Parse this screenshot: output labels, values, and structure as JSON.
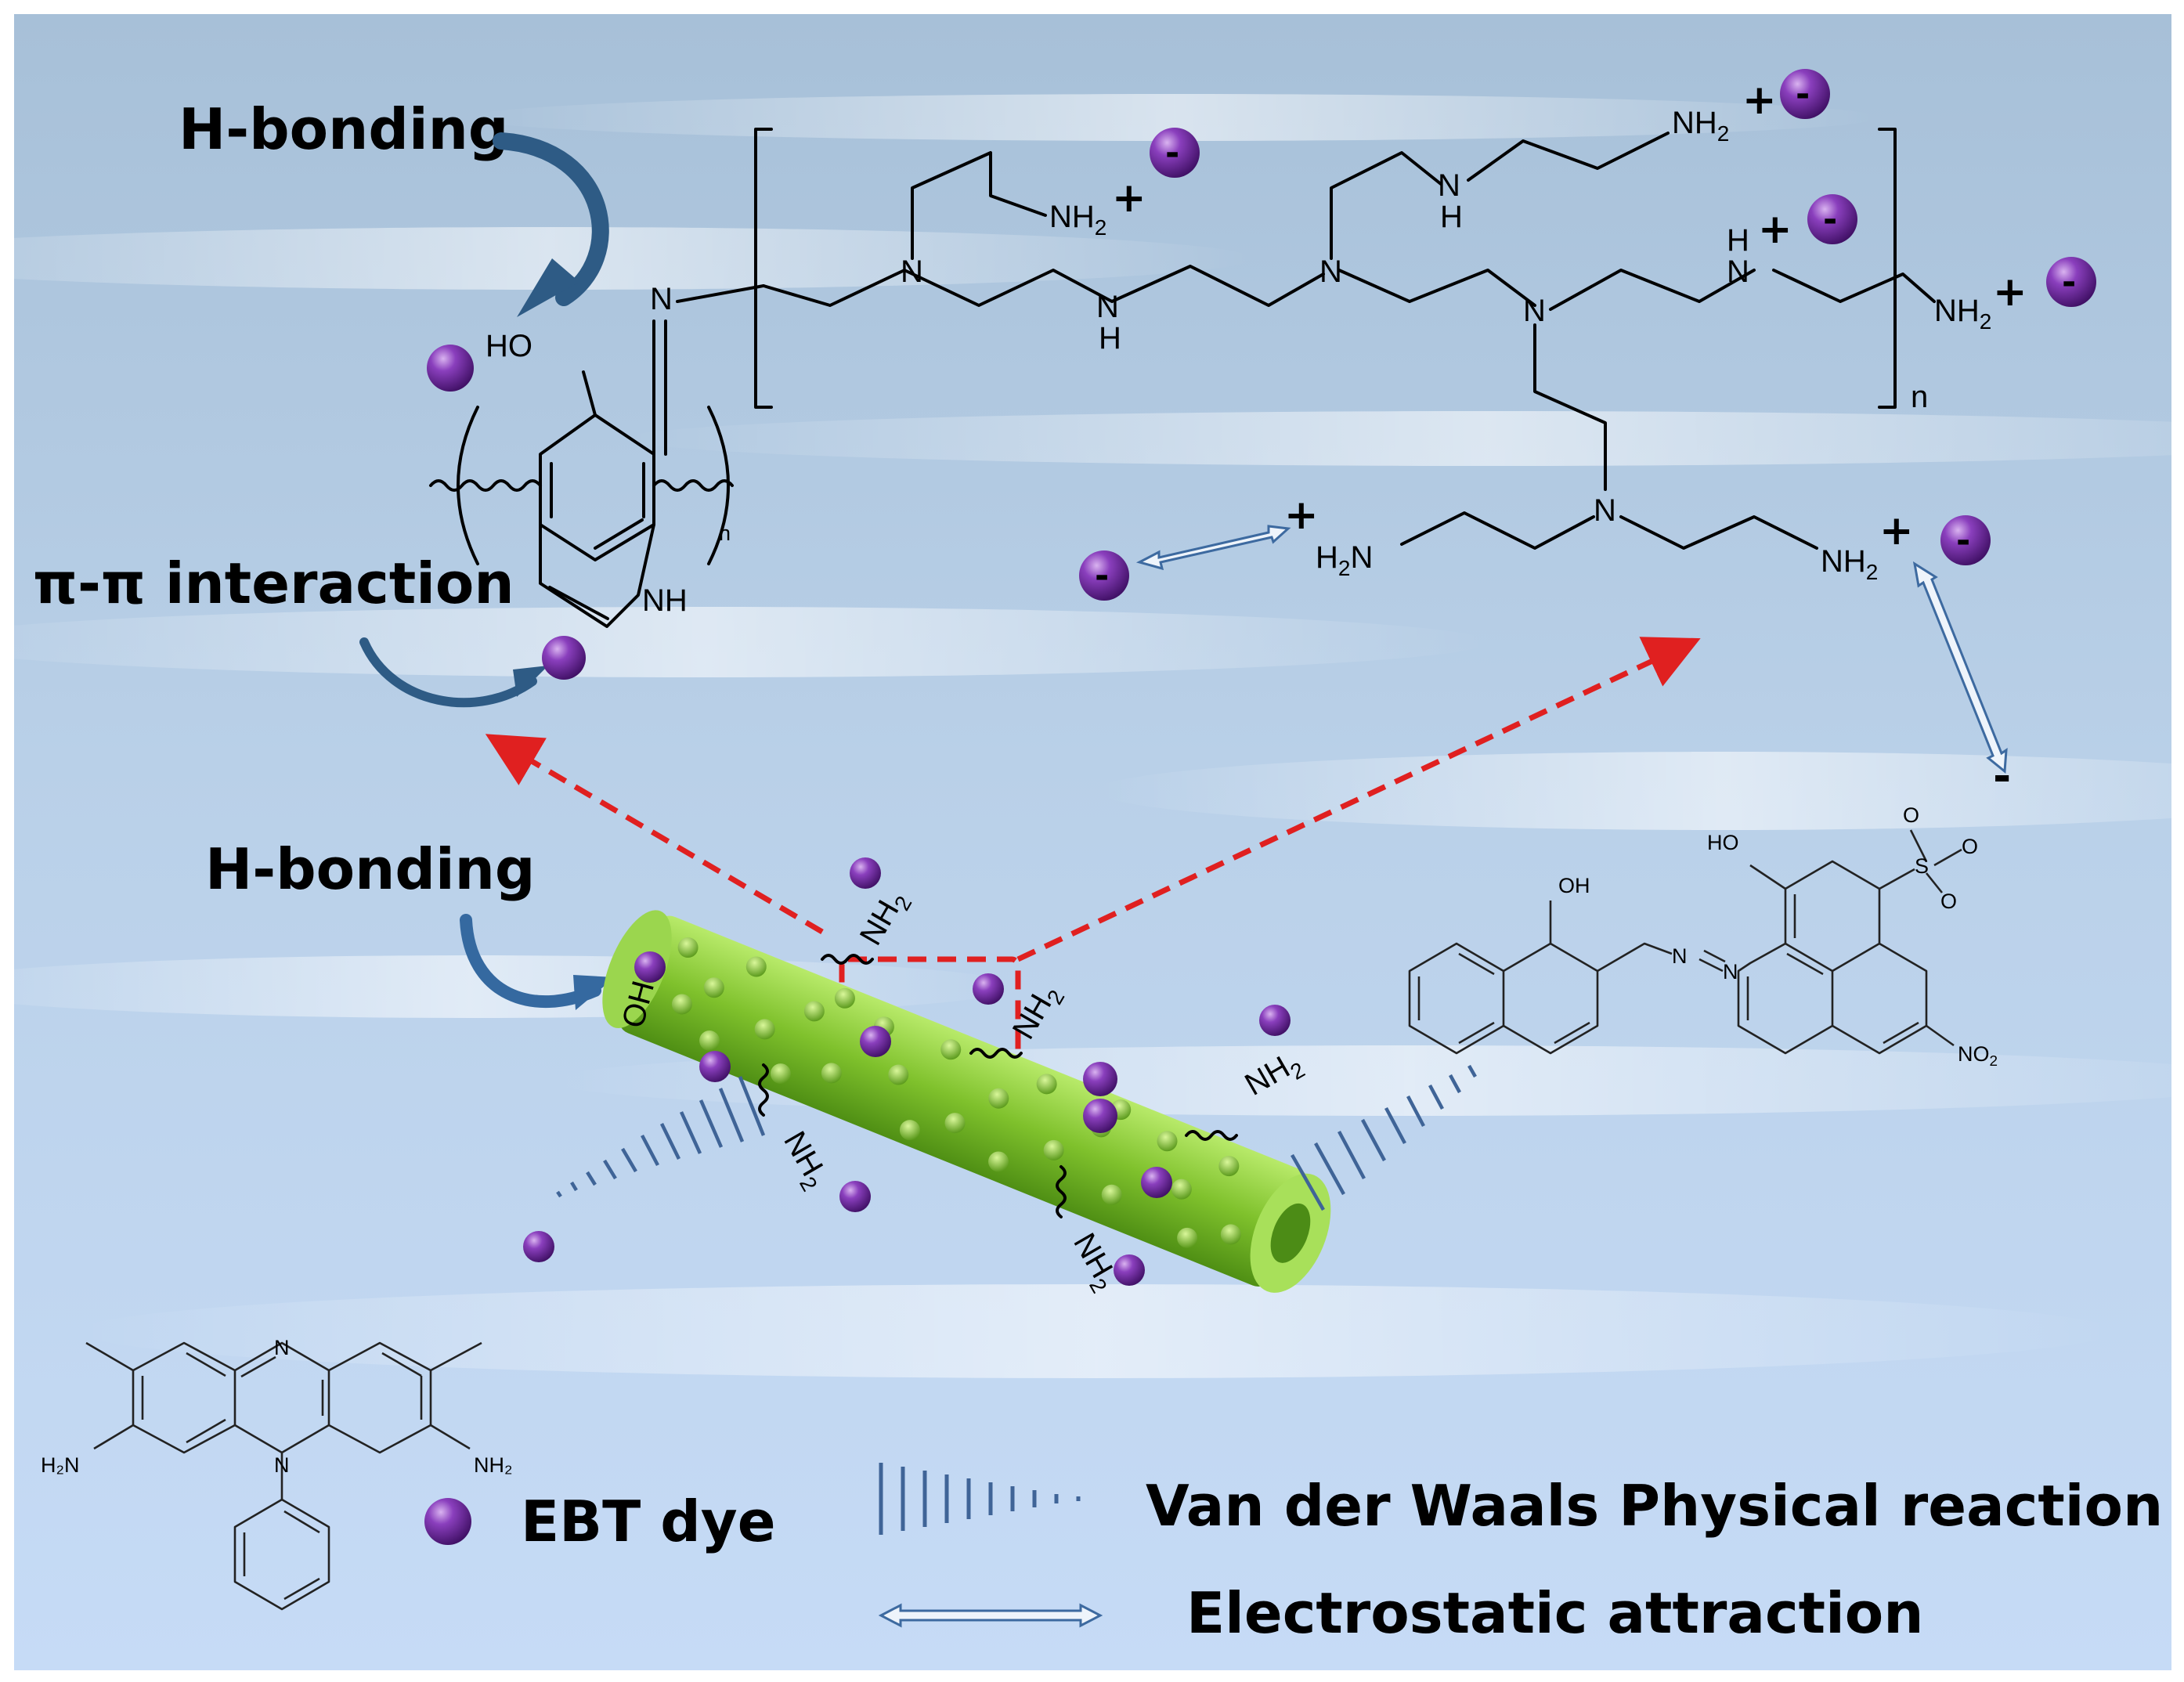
{
  "labels": {
    "h_bonding_top": "H-bonding",
    "pi_pi": "π-π interaction",
    "h_bonding_mid": "H-bonding"
  },
  "legend": {
    "ebt_dye": "EBT dye",
    "van_der_waals": "Van der Waals Physical reaction",
    "electrostatic": "Electrostatic attraction"
  },
  "chem": {
    "n": "N",
    "h": "H",
    "nh": "NH",
    "ho": "HO",
    "oh": "OH",
    "nh2": "NH",
    "h2n": "H",
    "sub_2": "2",
    "repeat_n": "n",
    "so3_s": "S",
    "o": "O",
    "no2": "NO",
    "h2n_small": "H₂N",
    "nh2_small": "NH₂",
    "plus": "+",
    "minus": "-"
  },
  "colors": {
    "sky_top": "#a9c3dc",
    "sky_bottom": "#c7dcf7",
    "dye": "#7a2fa8",
    "tube": "#8ccf3c",
    "red_dash": "#e02020",
    "blue_arrow": "#2b5d91",
    "hatch": "#3f6497"
  }
}
